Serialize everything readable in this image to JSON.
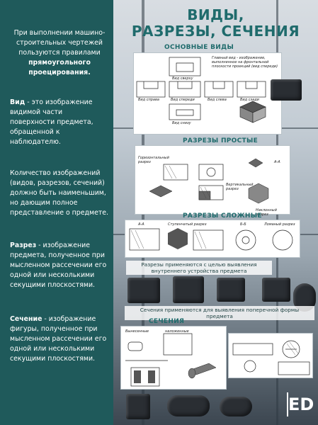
{
  "left": {
    "intro_1": "При выполнении машино-строительных чертежей пользуются правилами ",
    "intro_bold": "прямоугольного проецирования.",
    "view_term": "Вид",
    "view_text": " - это изображение видимой части поверхности предмета, обращенной к наблюдателю.",
    "count_text": "Количество изображений (видов, разрезов, сечений) должно быть наименьшим, но дающим полное представление о предмете.",
    "cut_term": "Разрез",
    "cut_text": " - изображение предмета, полученное при мысленном рассечении его одной или несколькими секущими плоскостями.",
    "section_term": "Сечение",
    "section_text": " - изображение фигуры, полученное при мысленном рассечении его одной или несколькими секущими плоскостями."
  },
  "right": {
    "title_line1": "ВИДЫ,",
    "title_line2": "РАЗРЕЗЫ, СЕЧЕНИЯ",
    "basic_views": "ОСНОВНЫЕ ВИДЫ",
    "main_view_note": "Главный вид - изображение, выполненное на фронтальной плоскости проекций (вид спереди)",
    "view_labels": {
      "top": "Вид сверху",
      "right": "Вид справа",
      "front": "Вид спереди",
      "left": "Вид слева",
      "back": "Вид сзади",
      "bottom": "Вид снизу"
    },
    "simple_cuts": "РАЗРЕЗЫ ПРОСТЫЕ",
    "simple_labels": {
      "horizontal": "Горизонтальный разрез",
      "vertical": "Вертикальный разрез",
      "inclined": "Наклонный разрез",
      "aa": "А-А"
    },
    "complex_cuts": "РАЗРЕЗЫ СЛОЖНЫЕ",
    "complex_labels": {
      "stepped": "Ступенчатый разрез",
      "broken": "Ломаный разрез",
      "aa": "А-А",
      "bb": "Б-Б"
    },
    "cuts_caption": "Разрезы применяются с целью выявления внутреннего устройства предмета",
    "sections_caption": "Сечения применяются для выявления поперечной формы предмета",
    "sections": "СЕЧЕНИЯ",
    "section_labels": {
      "removed": "Вынесенные",
      "superimposed": "наложенные"
    },
    "logo": "ED",
    "colors": {
      "panel": "#1f5a5b",
      "title": "#1f6b6c"
    }
  }
}
